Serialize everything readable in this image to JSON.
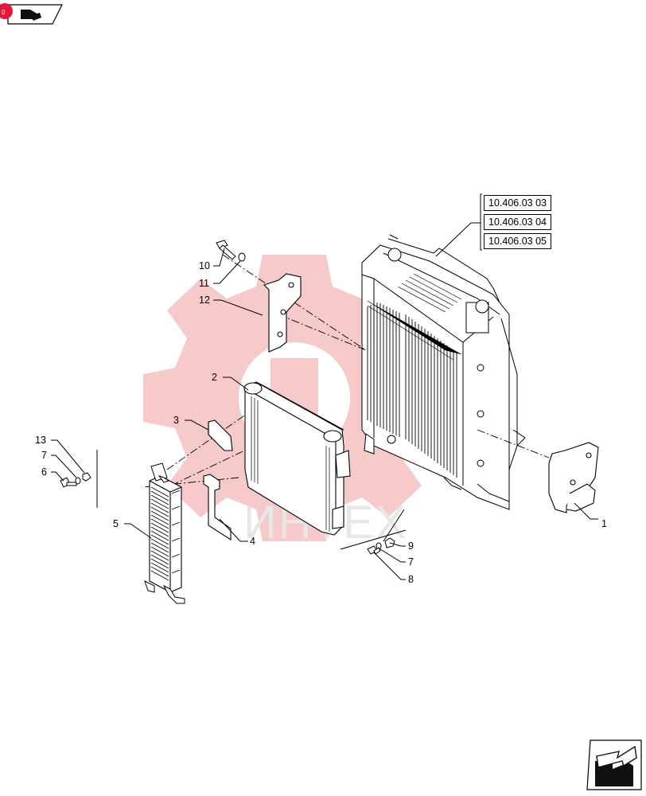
{
  "header": {
    "badge_text": "0",
    "accent_color": "#e8173a",
    "badge_icon": "page-badge-icon",
    "corner_icon": "book-icon"
  },
  "references": [
    "10.406.03 03",
    "10.406.03 04",
    "10.406.03 05"
  ],
  "callouts": [
    "1",
    "2",
    "3",
    "4",
    "5",
    "6",
    "7",
    "8",
    "9",
    "10",
    "11",
    "12",
    "13",
    "7"
  ],
  "watermark": {
    "text": "ИНТЕХ",
    "color": "#f2a0a0"
  },
  "nav": {
    "next_icon": "next-page-arrow-icon"
  }
}
